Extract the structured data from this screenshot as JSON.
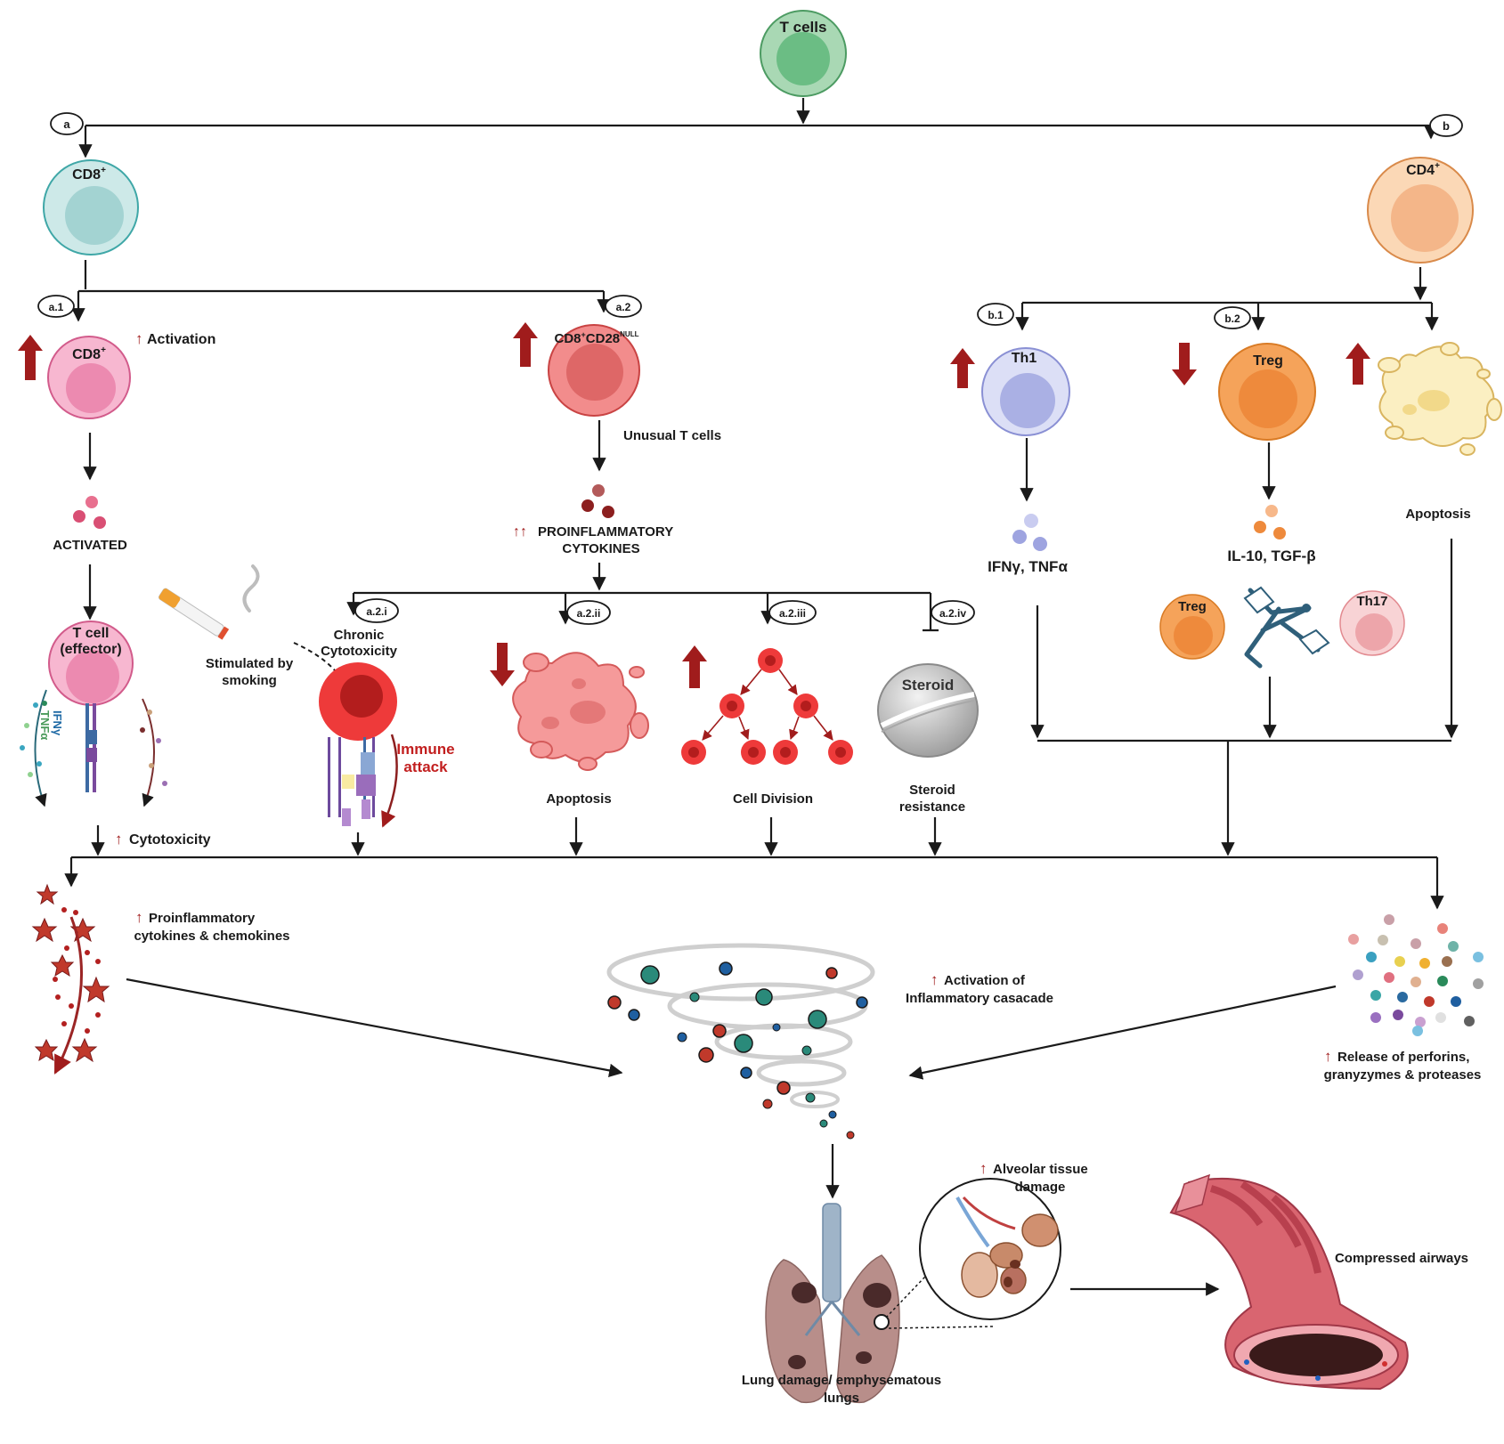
{
  "colors": {
    "accent_red": "#a01c1c",
    "line": "#1a1a1a"
  },
  "nodes": {
    "tcells": "T cells",
    "cd8": "CD8",
    "cd8_sup": "+",
    "cd4": "CD4",
    "cd4_sup": "+",
    "cd8_a1": "CD8",
    "cd8_a1_sup": "+",
    "cd8cd28_a": "CD8",
    "cd8cd28_sup": "+",
    "cd8cd28_b": "CD28",
    "cd8cd28_null": "NULL",
    "th1": "Th1",
    "treg": "Treg",
    "treg_small": "Treg",
    "th17": "Th17",
    "effector_line1": "T cell",
    "effector_line2": "(effector)",
    "steroid": "Steroid"
  },
  "badges": {
    "a": "a",
    "b": "b",
    "a1": "a.1",
    "a2": "a.2",
    "b1": "b.1",
    "b2": "b.2",
    "a2i": "a.2.i",
    "a2ii": "a.2.ii",
    "a2iii": "a.2.iii",
    "a2iv": "a.2.iv"
  },
  "labels": {
    "activation": "Activation",
    "activated": "ACTIVATED",
    "unusual": "Unusual T cells",
    "proinflam_line1": "PROINFLAMMATORY",
    "proinflam_line2": "CYTOKINES",
    "chronic_line1": "Chronic",
    "chronic_line2": "Cytotoxicity",
    "smoking_line1": "Stimulated by",
    "smoking_line2": "smoking",
    "immune_line1": "Immune",
    "immune_line2": "attack",
    "ifng": "IFNγ",
    "tnfa": "TNFα",
    "apoptosis_mid": "Apoptosis",
    "cell_division": "Cell Division",
    "steroid_res_line1": "Steroid",
    "steroid_res_line2": "resistance",
    "ifn_tnf": "IFNγ, TNFα",
    "il10": "IL-10, TGF-β",
    "apoptosis_right": "Apoptosis",
    "cytotoxicity": "Cytotoxicity",
    "prochem_line1": "Proinflammatory",
    "prochem_line2": "cytokines & chemokines",
    "activation_cascade_line1": "Activation of",
    "activation_cascade_line2": "Inflammatory casacade",
    "release_line1": "Release of perforins,",
    "release_line2": "granyzymes & proteases",
    "alveolar_line1": "Alveolar tissue",
    "alveolar_line2": "damage",
    "lung_line1": "Lung damage/ emphysematous",
    "lung_line2": "lungs",
    "compressed": "Compressed airways",
    "up_glyph": "↑"
  }
}
